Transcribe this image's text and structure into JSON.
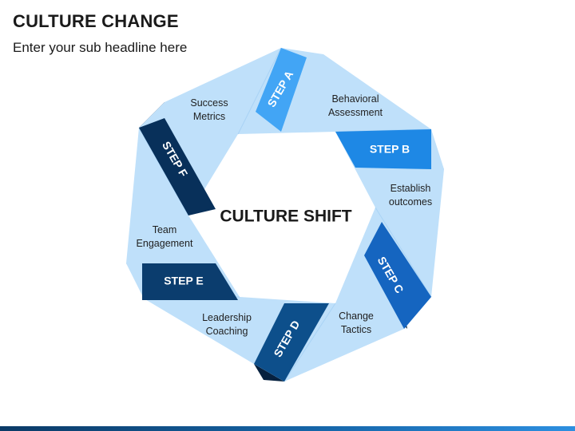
{
  "header": {
    "title": "CULTURE CHANGE",
    "subtitle": "Enter your sub headline here"
  },
  "diagram": {
    "center_label": "CULTURE SHIFT",
    "steps": [
      {
        "label": "STEP A",
        "lines": [
          "Behavioral",
          "Assessment"
        ],
        "color": "#42a5f5"
      },
      {
        "label": "STEP B",
        "lines": [
          "Establish",
          "outcomes"
        ],
        "color": "#1e88e5"
      },
      {
        "label": "STEP C",
        "lines": [
          "Change",
          "Tactics"
        ],
        "color": "#1565c0"
      },
      {
        "label": "STEP D",
        "lines": [
          "Leadership",
          "Coaching"
        ],
        "color": "#0d4f8b"
      },
      {
        "label": "STEP E",
        "lines": [
          "Team",
          "Engagement"
        ],
        "color": "#0b3d6e"
      },
      {
        "label": "STEP F",
        "lines": [
          "Success",
          "Metrics"
        ],
        "color": "#08305a"
      }
    ],
    "panel_color": "#bfe0fa",
    "fold_color": "#06213f"
  }
}
